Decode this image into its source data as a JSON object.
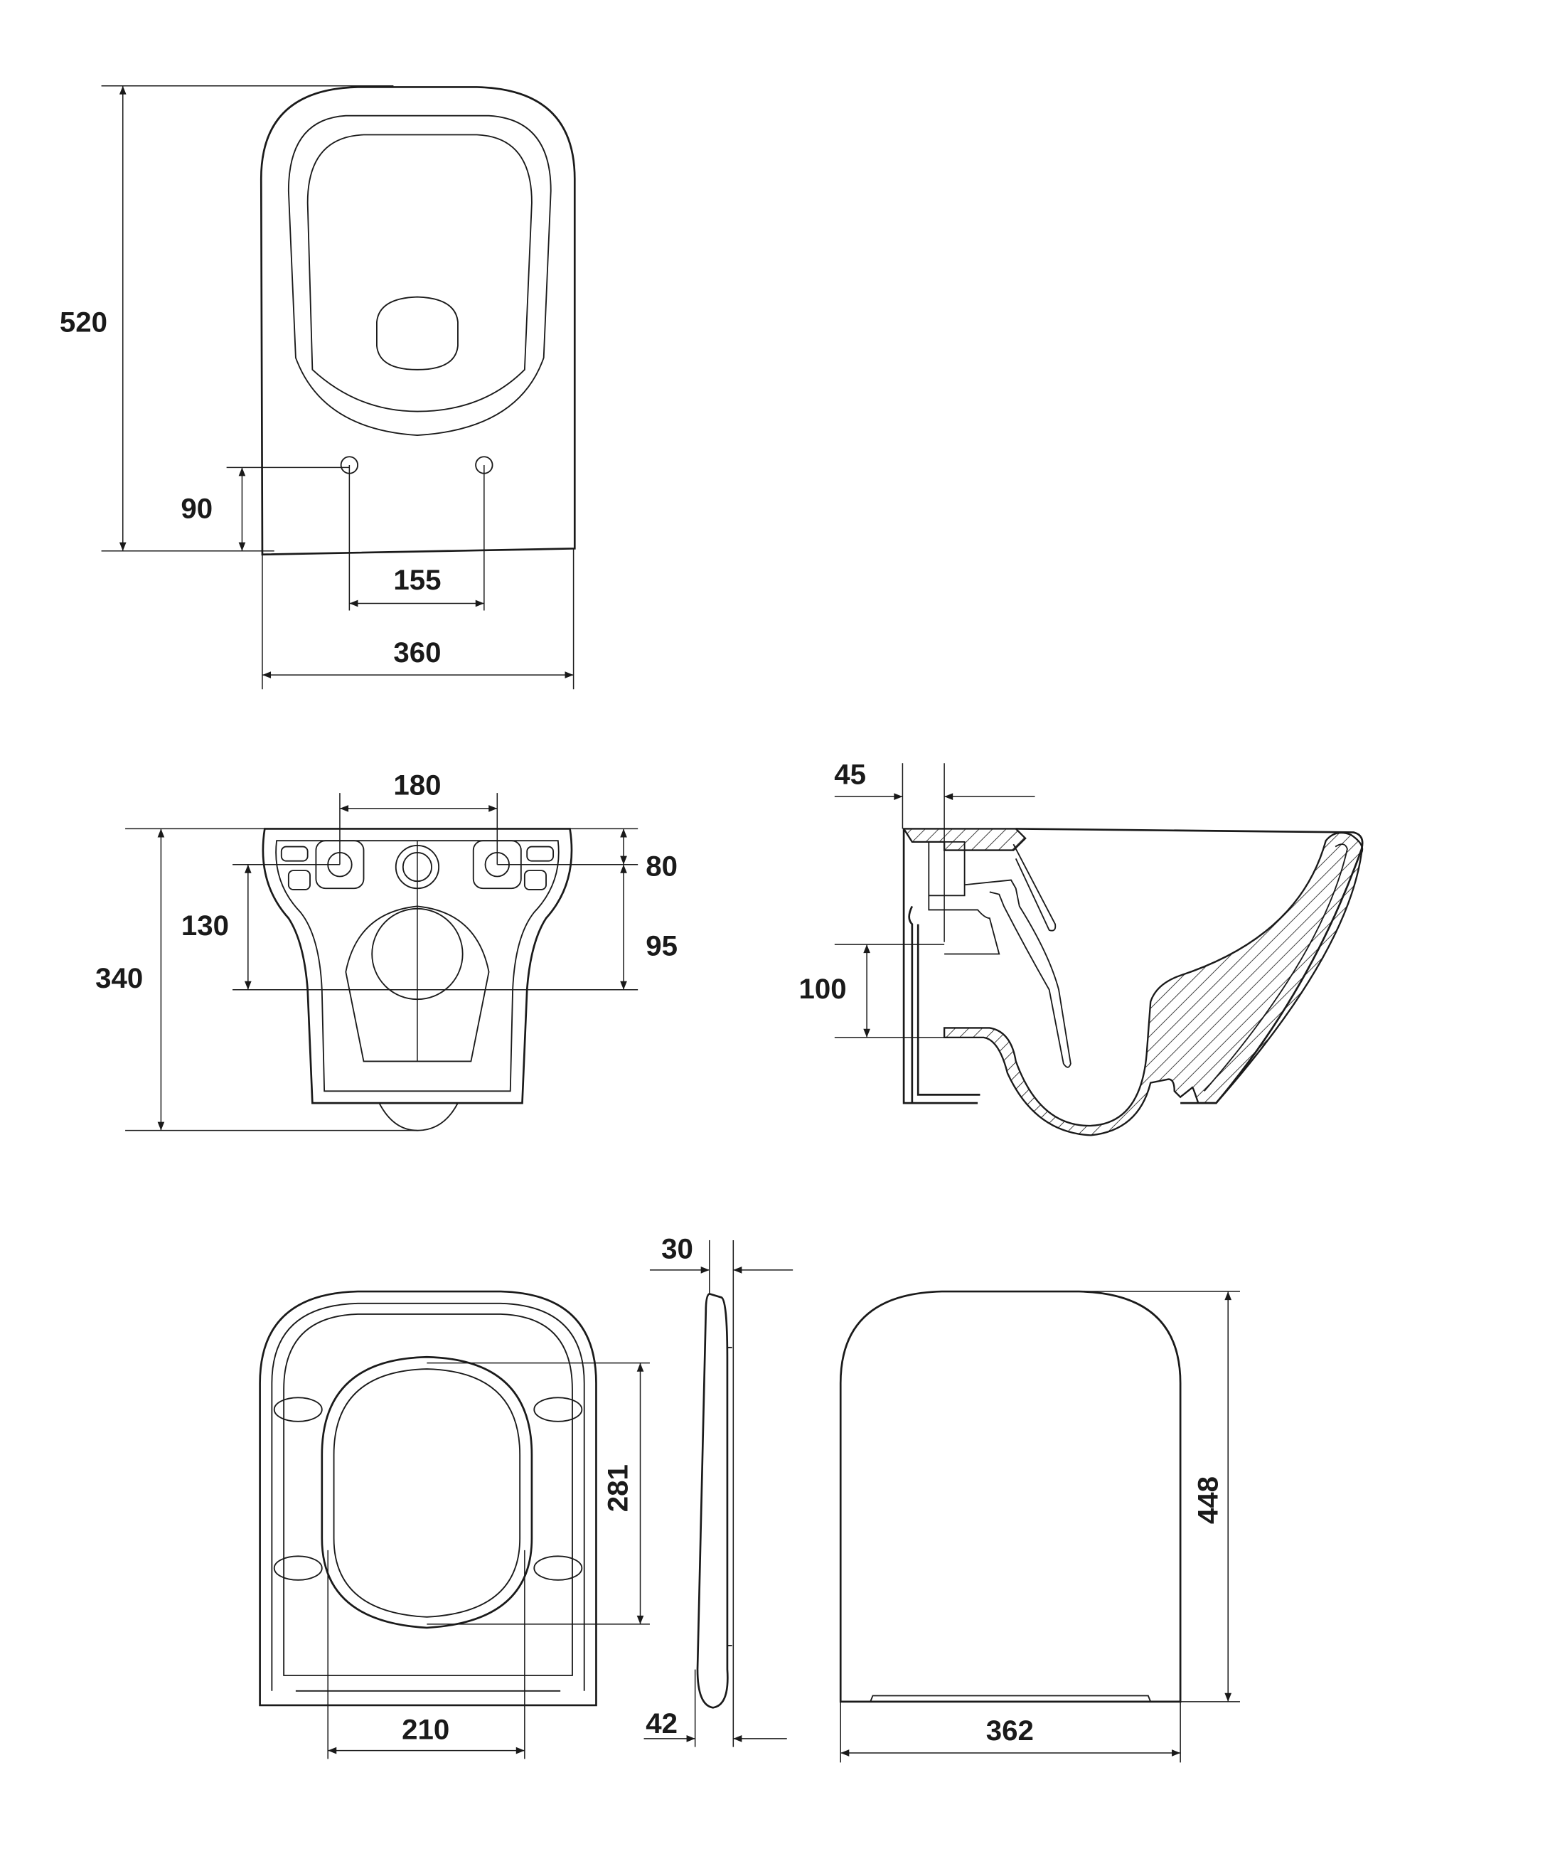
{
  "dimensions": {
    "top_view": {
      "length": "520",
      "hole_offset": "90",
      "hole_spacing": "155",
      "width": "360"
    },
    "bottom_view": {
      "fixing_spacing": "180",
      "top_offset": "80",
      "outlet_offset": "95",
      "fixing_height": "130",
      "height": "340"
    },
    "side_section": {
      "wall_gap": "45",
      "outlet_height": "100"
    },
    "seat_view": {
      "inner_length": "281",
      "inner_width": "210"
    },
    "seat_side": {
      "thickness": "30",
      "edge": "42"
    },
    "lid_view": {
      "length": "448",
      "width": "362"
    }
  }
}
